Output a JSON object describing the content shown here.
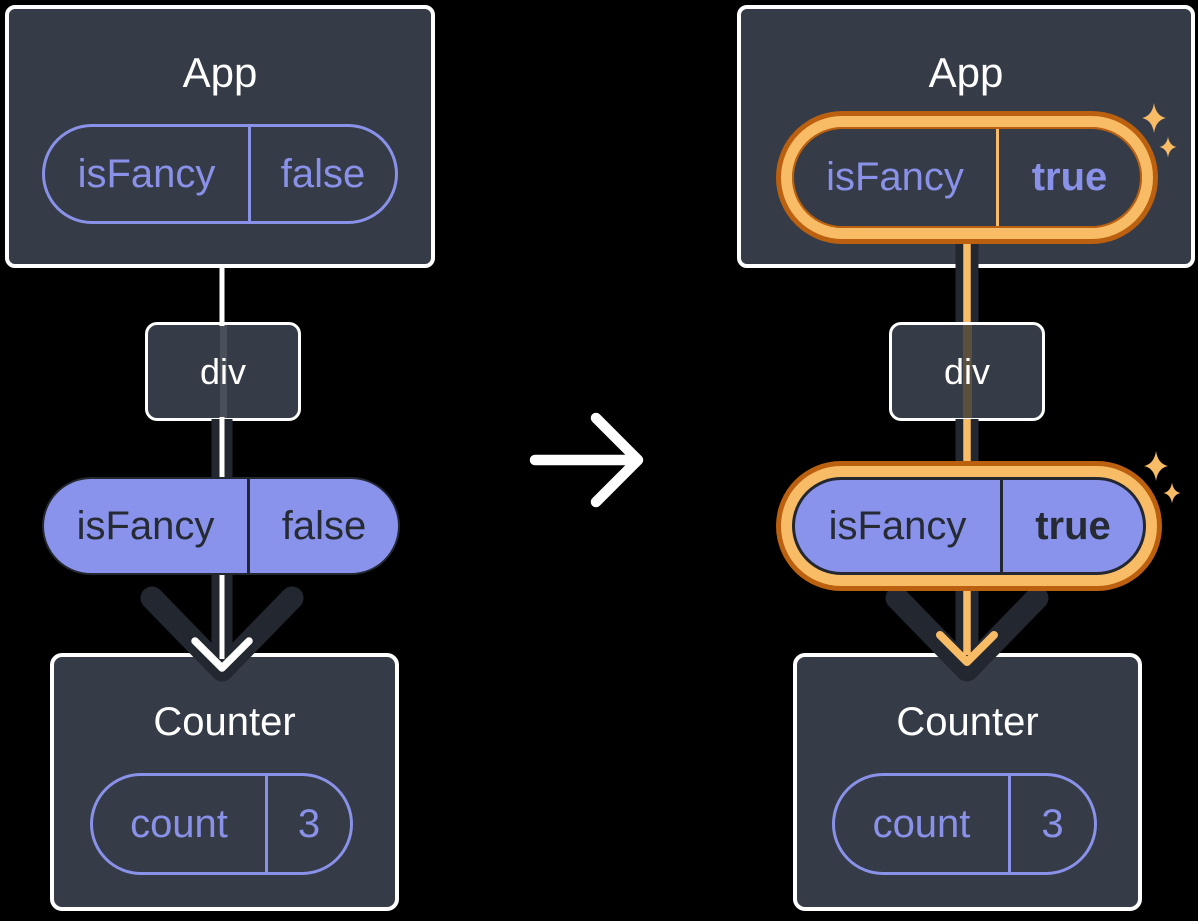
{
  "colors": {
    "background": "#000000",
    "box_fill": "#353B47",
    "white": "#FFFFFF",
    "dark": "#23272F",
    "purple": "#8A91E8",
    "purple_fill": "#8A93EC",
    "ink_on_purple": "#262B33",
    "orange_light": "#F8BB66",
    "orange_dark": "#BB600E",
    "stripe_left": "#4A5059",
    "stripe_right": "#5C4F3D"
  },
  "icons": {
    "transition": "arrow-right-icon",
    "flow": "arrow-down-icon",
    "highlight": "sparkles-icon"
  },
  "left_tree": {
    "app": {
      "title": "App",
      "prop": {
        "name": "isFancy",
        "value": "false"
      }
    },
    "div_label": "div",
    "prop_pill": {
      "name": "isFancy",
      "value": "false"
    },
    "counter": {
      "title": "Counter",
      "state": {
        "name": "count",
        "value": "3"
      }
    }
  },
  "right_tree": {
    "app": {
      "title": "App",
      "prop": {
        "name": "isFancy",
        "value": "true"
      }
    },
    "div_label": "div",
    "prop_pill": {
      "name": "isFancy",
      "value": "true"
    },
    "counter": {
      "title": "Counter",
      "state": {
        "name": "count",
        "value": "3"
      }
    }
  }
}
